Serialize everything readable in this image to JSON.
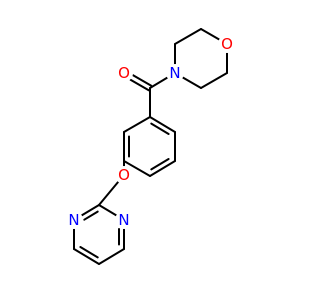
{
  "molecule": {
    "atoms": [
      {
        "id": "o_carbonyl",
        "symbol": "O",
        "color": "#ff0000",
        "kind": "oxygen"
      },
      {
        "id": "n_morpholine",
        "symbol": "N",
        "color": "#0000ff",
        "kind": "nitrogen"
      },
      {
        "id": "o_morpholine",
        "symbol": "O",
        "color": "#ff0000",
        "kind": "oxygen"
      },
      {
        "id": "o_ether",
        "symbol": "O",
        "color": "#ff0000",
        "kind": "oxygen"
      },
      {
        "id": "n_pyrimidine_left",
        "symbol": "N",
        "color": "#0000ff",
        "kind": "nitrogen"
      },
      {
        "id": "n_pyrimidine_right",
        "symbol": "N",
        "color": "#0000ff",
        "kind": "nitrogen"
      }
    ],
    "bond_color": "#000000",
    "background": "#ffffff"
  }
}
